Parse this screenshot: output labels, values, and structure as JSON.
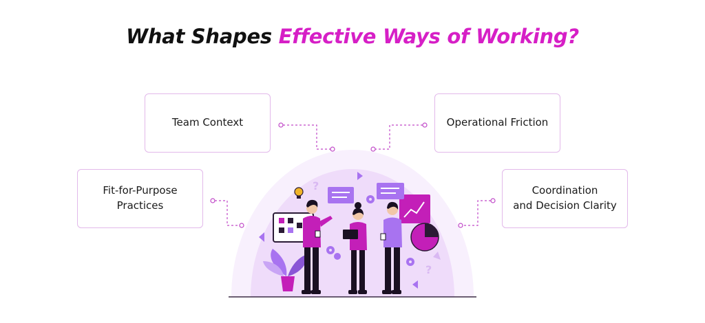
{
  "title": {
    "part1": "What Shapes ",
    "part2": "Effective Ways of Working?"
  },
  "boxes": {
    "team_context": "Team Context",
    "operational_friction": "Operational Friction",
    "fit_for_purpose": "Fit-for-Purpose\nPractices",
    "coordination": "Coordination\nand Decision Clarity"
  },
  "colors": {
    "accent": "#d61fc6",
    "box_border": "#e2b8ea",
    "connector": "#c048c8",
    "dome": "#f1e3fa",
    "purple": "#a873f0",
    "dark": "#1a1022"
  }
}
